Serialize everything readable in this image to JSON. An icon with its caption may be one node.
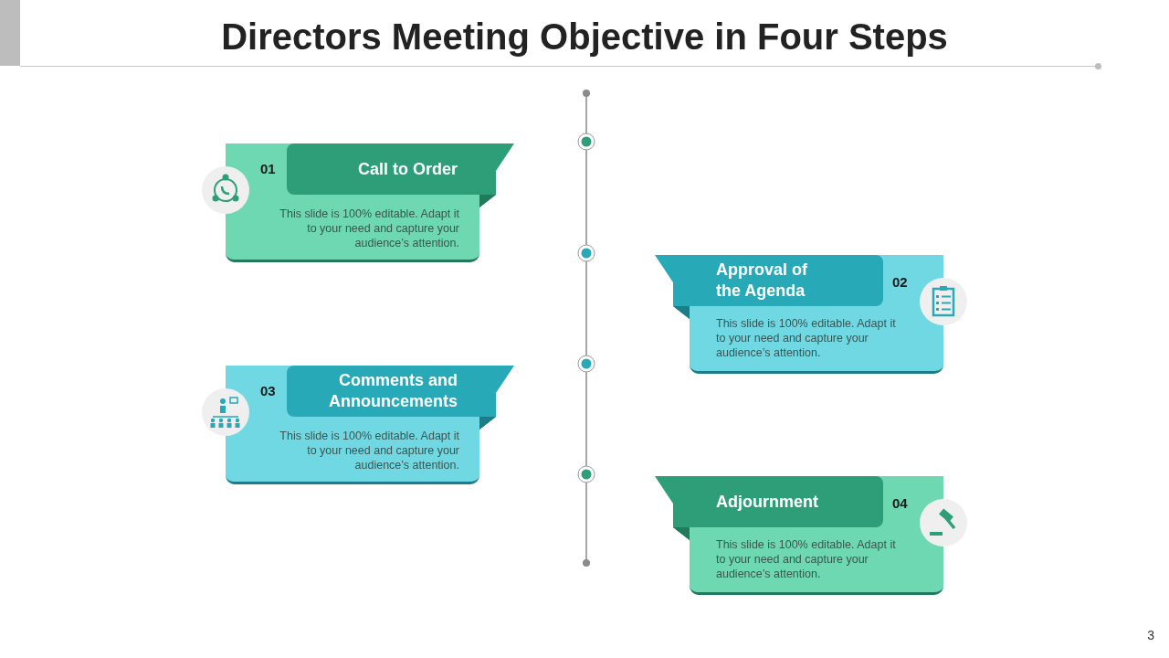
{
  "diagram": {
    "title": "Directors Meeting Objective in Four Steps",
    "nodes": [
      {
        "text": [
          "01",
          "Call to Order",
          "This slide is 100% editable. Adapt it to your need and capture your audience’s attention."
        ]
      },
      {
        "text": [
          "Approval of the Agenda",
          "02",
          "This slide is 100% editable. Adapt it to your need and capture your audience’s attention."
        ]
      },
      {
        "text": [
          "03",
          "Comments and Announcements",
          "This slide is 100% editable. Adapt it to your need and capture your audience’s attention."
        ]
      },
      {
        "text": [
          "Adjournment",
          "04",
          "This slide is 100% editable. Adapt it to your need and capture your audience’s attention."
        ]
      }
    ],
    "labels": [
      "3"
    ]
  }
}
